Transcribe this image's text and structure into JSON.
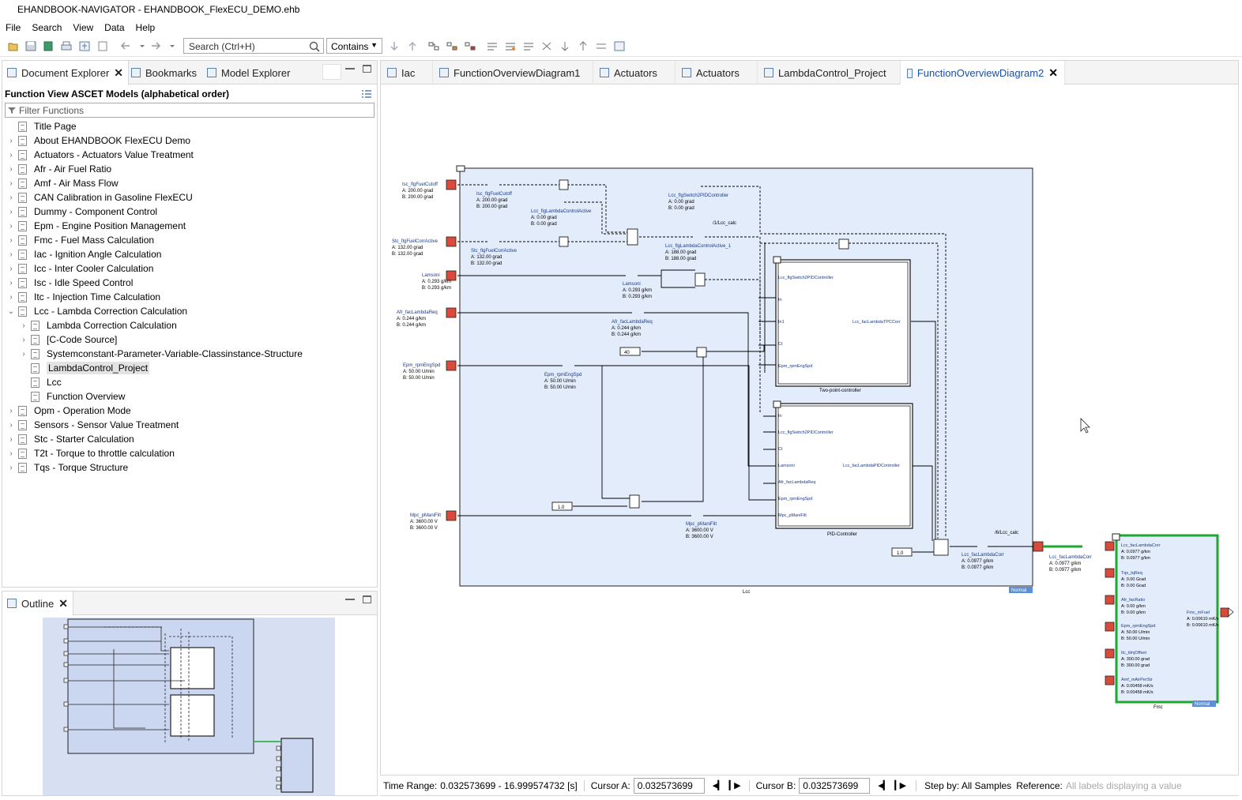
{
  "window": {
    "title": "EHANDBOOK-NAVIGATOR - EHANDBOOK_FlexECU_DEMO.ehb"
  },
  "menu": [
    "File",
    "Search",
    "View",
    "Data",
    "Help"
  ],
  "toolbar": {
    "search_placeholder": "Search (Ctrl+H)",
    "match_mode": "Contains"
  },
  "left_tabs": [
    {
      "label": "Document Explorer",
      "closable": true
    },
    {
      "label": "Bookmarks"
    },
    {
      "label": "Model Explorer"
    }
  ],
  "function_view": {
    "title": "Function View ASCET Models (alphabetical order)",
    "filter_placeholder": "Filter Functions",
    "items": [
      {
        "label": "Title Page",
        "indent": 0,
        "expander": ""
      },
      {
        "label": "About EHANDBOOK FlexECU Demo",
        "indent": 0,
        "expander": ">"
      },
      {
        "label": "Actuators - Actuators Value Treatment",
        "indent": 0,
        "expander": ">"
      },
      {
        "label": "Afr - Air Fuel Ratio",
        "indent": 0,
        "expander": ">"
      },
      {
        "label": "Amf - Air Mass Flow",
        "indent": 0,
        "expander": ">"
      },
      {
        "label": "CAN Calibration in Gasoline FlexECU",
        "indent": 0,
        "expander": ">"
      },
      {
        "label": "Dummy - Component Control",
        "indent": 0,
        "expander": ">"
      },
      {
        "label": "Epm - Engine Position Management",
        "indent": 0,
        "expander": ">"
      },
      {
        "label": "Fmc - Fuel Mass Calculation",
        "indent": 0,
        "expander": ">"
      },
      {
        "label": "Iac - Ignition Angle Calculation",
        "indent": 0,
        "expander": ">"
      },
      {
        "label": "Icc - Inter Cooler Calculation",
        "indent": 0,
        "expander": ">"
      },
      {
        "label": "Isc - Idle Speed Control",
        "indent": 0,
        "expander": ">"
      },
      {
        "label": "Itc - Injection Time Calculation",
        "indent": 0,
        "expander": ">"
      },
      {
        "label": "Lcc - Lambda Correction Calculation",
        "indent": 0,
        "expander": "v"
      },
      {
        "label": "Lambda Correction Calculation",
        "indent": 1,
        "expander": ">"
      },
      {
        "label": "[C-Code Source]",
        "indent": 1,
        "expander": ">"
      },
      {
        "label": "Systemconstant-Parameter-Variable-Classinstance-Structure",
        "indent": 1,
        "expander": ">"
      },
      {
        "label": "LambdaControl_Project",
        "indent": 1,
        "expander": "",
        "selected": true
      },
      {
        "label": "Lcc",
        "indent": 1,
        "expander": ""
      },
      {
        "label": "Function Overview",
        "indent": 1,
        "expander": ""
      },
      {
        "label": "Opm - Operation Mode",
        "indent": 0,
        "expander": ">"
      },
      {
        "label": "Sensors - Sensor Value Treatment",
        "indent": 0,
        "expander": ">"
      },
      {
        "label": "Stc - Starter Calculation",
        "indent": 0,
        "expander": ">"
      },
      {
        "label": "T2t - Torque to throttle calculation",
        "indent": 0,
        "expander": ">"
      },
      {
        "label": "Tqs - Torque Structure",
        "indent": 0,
        "expander": ">"
      }
    ]
  },
  "outline": {
    "label": "Outline"
  },
  "editor_tabs": [
    {
      "label": "Iac"
    },
    {
      "label": "FunctionOverviewDiagram1"
    },
    {
      "label": "Actuators"
    },
    {
      "label": "Actuators"
    },
    {
      "label": "LambdaControl_Project"
    },
    {
      "label": "FunctionOverviewDiagram2",
      "active": true
    }
  ],
  "diagram": {
    "lcc_title": "Lcc",
    "lcc_mode": "Normal",
    "path1": "/1/Lcc_calc",
    "path6": "/6/Lcc_calc",
    "inputs": [
      {
        "name": "Isc_flgFuelCutoff",
        "a": "A: 200.00 grad",
        "b": "B: 200.00 grad"
      },
      {
        "name": "Stc_flgFuelCorrActive",
        "a": "A: 132.00 grad",
        "b": "B: 132.00 grad"
      },
      {
        "name": "Lamsoni",
        "a": "A: 0.293 g/km",
        "b": "B: 0.293 g/km"
      },
      {
        "name": "Afr_facLambdaReq",
        "a": "A: 0.244 g/km",
        "b": "B: 0.244 g/km"
      },
      {
        "name": "Epm_rpmEngSpd",
        "a": "A: 50.00 U/min",
        "b": "B: 50.00 U/min"
      },
      {
        "name": "Mpc_pManiFilt",
        "a": "A: 3600.00 V",
        "b": "B: 3600.00 V"
      }
    ],
    "signals": [
      {
        "name": "Isc_flgFuelCutoff",
        "a": "A: 200.00 grad",
        "b": "B: 200.00 grad"
      },
      {
        "name": "Lcc_flgLambdaControlActive",
        "a": "A: 0.00 grad",
        "b": "B: 0.00 grad"
      },
      {
        "name": "Lcc_flgSwitch2PIDController",
        "a": "A: 0.00 grad",
        "b": "B: 0.00 grad"
      },
      {
        "name": "Stc_flgFuelCorrActive",
        "a": "A: 132.00 grad",
        "b": "B: 132.00 grad"
      },
      {
        "name": "Lcc_flgLambdaControlActive_1",
        "a": "A: 188.00 grad",
        "b": "B: 188.00 grad"
      },
      {
        "name": "Lamsoni",
        "a": "A: 0.293 g/km",
        "b": "B: 0.293 g/km"
      },
      {
        "name": "Afr_facLambdaReq",
        "a": "A: 0.244 g/km",
        "b": "B: 0.244 g/km"
      },
      {
        "name": "Epm_rpmEngSpd",
        "a": "A: 50.00 U/min",
        "b": "B: 50.00 U/min"
      },
      {
        "name": "Mpc_pManiFilt",
        "a": "A: 3600.00 V",
        "b": "B: 3600.00 V"
      },
      {
        "name": "Lcc_facLambdaCorr",
        "a": "A: 0.0977 g/km",
        "b": "B: 0.0977 g/km"
      }
    ],
    "const40": "40",
    "const1a": "1.0",
    "const1b": "1.0",
    "tpc": {
      "title": "Two-point-controller",
      "ports": [
        "Lcc_flgSwitch2PIDController",
        "In",
        "In1",
        "Ct",
        "Epm_rpmEngSpd"
      ],
      "out": "Lcc_facLambdaTPCCorr"
    },
    "pid": {
      "title": "PID-Controller",
      "ports": [
        "In",
        "Lcc_flgSwitch2PIDController",
        "Ct",
        "Lamsoni",
        "Afr_facLambdaReq",
        "Epm_rpmEngSpd",
        "Mpc_pManiFilt"
      ],
      "out": "Lcc_facLambdaPIDController"
    },
    "out_signal": {
      "name": "Lcc_facLambdaCorr",
      "a": "A: 0.0977 g/km",
      "b": "B: 0.0977 g/km"
    },
    "fmc": {
      "title": "Fmc",
      "mode": "Normal",
      "inputs": [
        {
          "name": "Lcc_facLambdaCorr",
          "a": "A: 0.0977 g/km",
          "b": "B: 0.0977 g/km"
        },
        {
          "name": "Tqs_tqReq",
          "a": "A: 0.00 Grad",
          "b": "B: 0.00 Grad"
        },
        {
          "name": "Afr_facRatio",
          "a": "A: 0.00 g/km",
          "b": "B: 0.00 g/km"
        },
        {
          "name": "Epm_rpmEngSpd",
          "a": "A: 50.00 U/min",
          "b": "B: 50.00 U/min"
        },
        {
          "name": "Itc_tiInjOffset",
          "a": "A: 300.00 grad",
          "b": "B: 300.00 grad"
        },
        {
          "name": "Amf_mAirPerStr",
          "a": "A: 0.00458 mK/s",
          "b": "B: 0.00458 mK/s"
        }
      ],
      "out": {
        "name": "Fmc_mFuel",
        "a": "A: 0.00610 mK/s",
        "b": "B: 0.00610 mK/s"
      }
    }
  },
  "status": {
    "time_range_label": "Time Range:",
    "time_range_value": "0.032573699 - 16.999574732 [s]",
    "cursor_a_label": "Cursor A:",
    "cursor_a_value": "0.032573699",
    "cursor_b_label": "Cursor B:",
    "cursor_b_value": "0.032573699",
    "step_label": "Step by: All Samples",
    "reference_label": "Reference:",
    "reference_placeholder": "All labels displaying a value"
  }
}
